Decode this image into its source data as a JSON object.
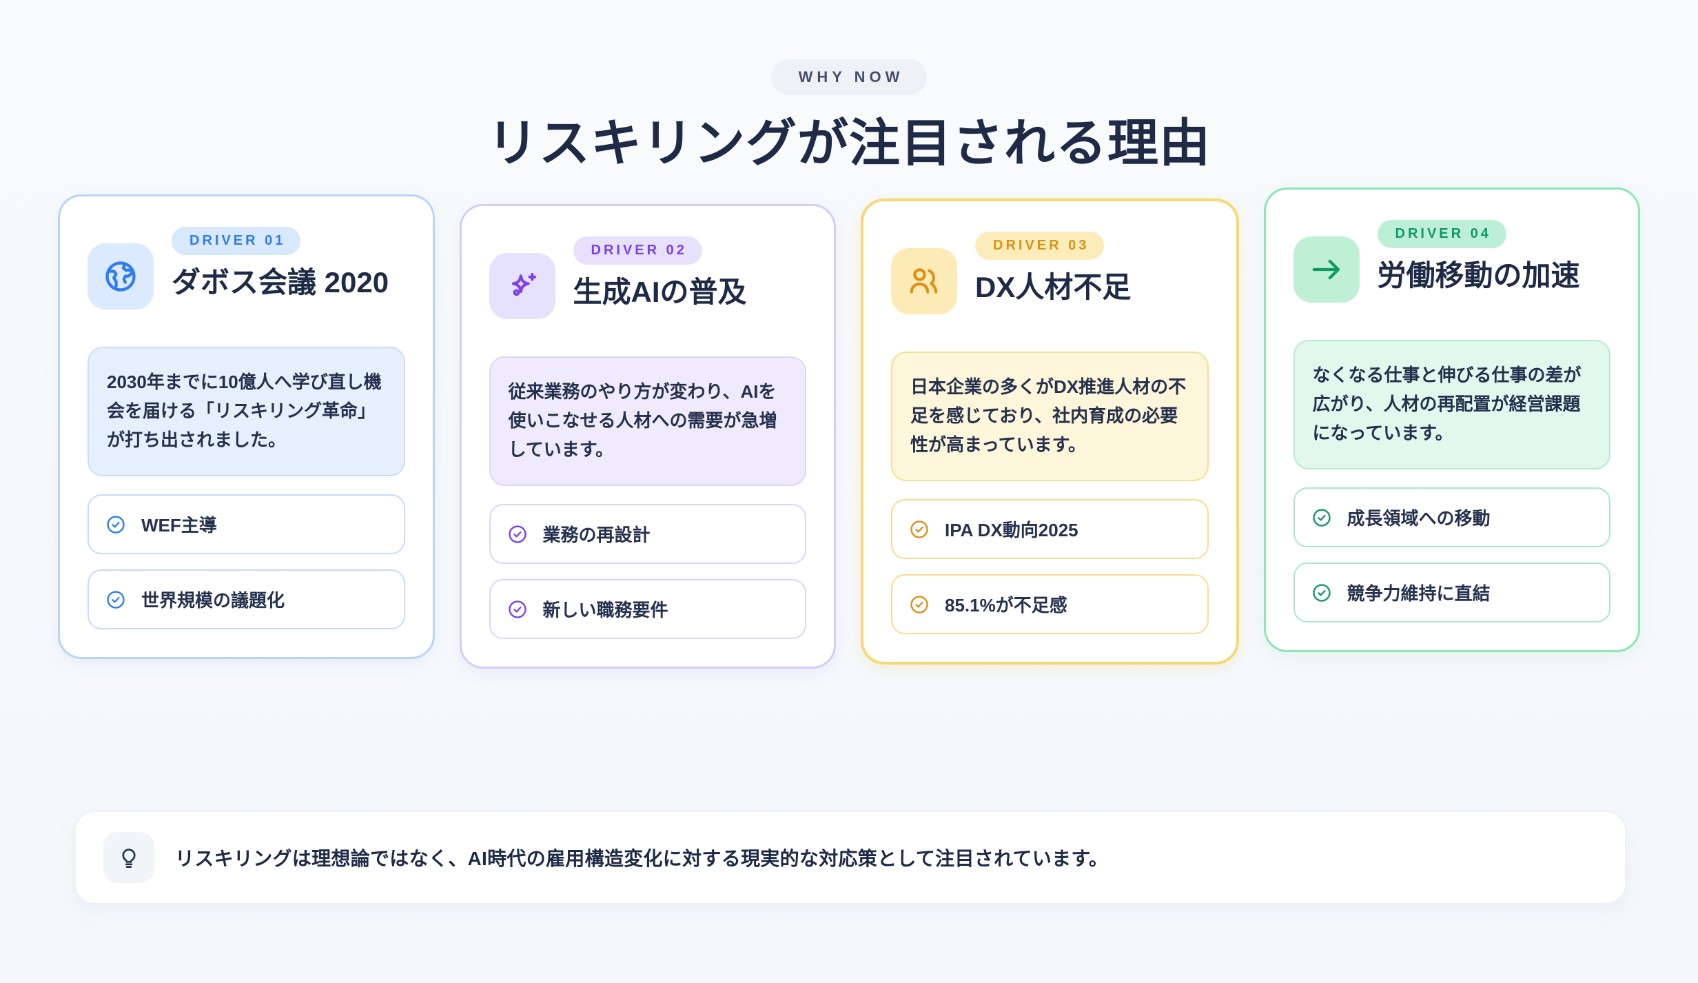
{
  "header": {
    "eyebrow": "WHY NOW",
    "title": "リスキリングが注目される理由"
  },
  "cards": [
    {
      "badge": "DRIVER 01",
      "title": "ダボス会議 2020",
      "icon": "globe-icon",
      "accent": "#2f7bf0",
      "description": "2030年までに10億人へ学び直し機会を届ける「リスキリング革命」が打ち出されました。",
      "bullets": [
        "WEF主導",
        "世界規模の議題化"
      ]
    },
    {
      "badge": "DRIVER 02",
      "title": "生成AIの普及",
      "icon": "sparkles-icon",
      "accent": "#7b3ff0",
      "description": "従来業務のやり方が変わり、AIを使いこなせる人材への需要が急増しています。",
      "bullets": [
        "業務の再設計",
        "新しい職務要件"
      ]
    },
    {
      "badge": "DRIVER 03",
      "title": "DX人材不足",
      "icon": "users-icon",
      "accent": "#d79316",
      "description": "日本企業の多くがDX推進人材の不足を感じており、社内育成の必要性が高まっています。",
      "bullets": [
        "IPA DX動向2025",
        "85.1%が不足感"
      ]
    },
    {
      "badge": "DRIVER 04",
      "title": "労働移動の加速",
      "icon": "arrow-right-icon",
      "accent": "#0f9b63",
      "description": "なくなる仕事と伸びる仕事の差が広がり、人材の再配置が経営課題になっています。",
      "bullets": [
        "成長領域への移動",
        "競争力維持に直結"
      ]
    }
  ],
  "footer": {
    "icon": "lightbulb-icon",
    "text": "リスキリングは理想論ではなく、AI時代の雇用構造変化に対する現実的な対応策として注目されています。"
  }
}
